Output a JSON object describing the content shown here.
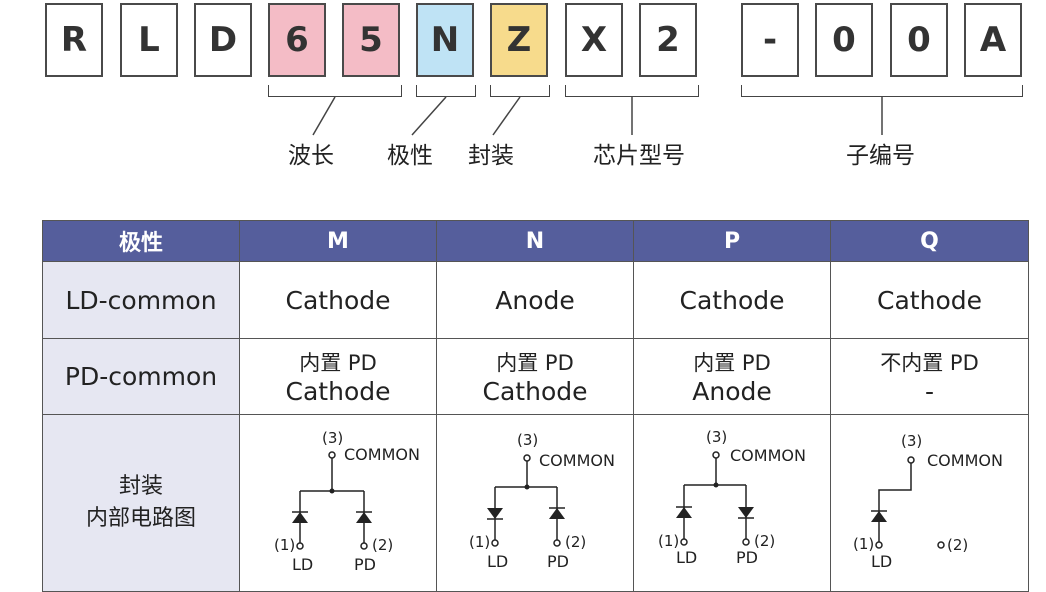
{
  "code_chars": [
    "R",
    "L",
    "D",
    "6",
    "5",
    "N",
    "Z",
    "X",
    "2",
    "-",
    "0",
    "0",
    "A"
  ],
  "group_labels": {
    "wavelength": "波长",
    "polarity": "极性",
    "package": "封装",
    "chip_model": "芯片型号",
    "sub_number": "子编号"
  },
  "colors": {
    "wavelength_fill": "#f4bcc6",
    "polarity_fill": "#bfe3f5",
    "package_fill": "#f7db8c",
    "table_header": "#555e9c",
    "row_header": "#e6e7f2"
  },
  "table": {
    "headers": [
      "极性",
      "M",
      "N",
      "P",
      "Q"
    ],
    "rows": [
      {
        "label": "LD-common",
        "cells": [
          {
            "line1": "Cathode"
          },
          {
            "line1": "Anode"
          },
          {
            "line1": "Cathode"
          },
          {
            "line1": "Cathode"
          }
        ]
      },
      {
        "label": "PD-common",
        "cells": [
          {
            "line1": "内置 PD",
            "line2": "Cathode"
          },
          {
            "line1": "内置 PD",
            "line2": "Cathode"
          },
          {
            "line1": "内置 PD",
            "line2": "Anode"
          },
          {
            "line1": "不内置 PD",
            "line2": "-"
          }
        ]
      },
      {
        "label_line1": "封装",
        "label_line2": "内部电路图"
      }
    ]
  },
  "circuit": {
    "pin3": "(3)",
    "common": "COMMON",
    "pin1": "(1)",
    "pin2": "(2)",
    "ld": "LD",
    "pd": "PD"
  }
}
